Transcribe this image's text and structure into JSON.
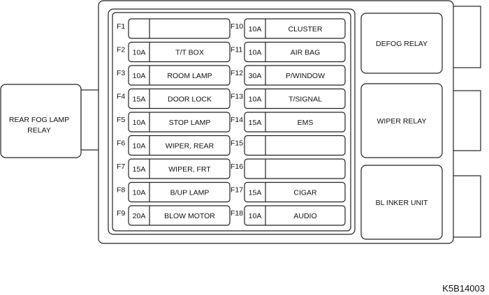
{
  "relays": {
    "rear_fog_lamp": [
      "REAR FOG LAMP",
      "RELAY"
    ],
    "defog": "DEFOG RELAY",
    "wiper": "WIPER RELAY",
    "blinker": "BL INKER UNIT"
  },
  "fuses_left": [
    {
      "id": "F1",
      "amp": "",
      "name": ""
    },
    {
      "id": "F2",
      "amp": "10A",
      "name": "T/T BOX"
    },
    {
      "id": "F3",
      "amp": "10A",
      "name": "ROOM LAMP"
    },
    {
      "id": "F4",
      "amp": "15A",
      "name": "DOOR LOCK"
    },
    {
      "id": "F5",
      "amp": "10A",
      "name": "STOP LAMP"
    },
    {
      "id": "F6",
      "amp": "10A",
      "name": "WIPER, REAR"
    },
    {
      "id": "F7",
      "amp": "15A",
      "name": "WIPER, FRT"
    },
    {
      "id": "F8",
      "amp": "10A",
      "name": "B/UP LAMP"
    },
    {
      "id": "F9",
      "amp": "20A",
      "name": "BLOW MOTOR"
    }
  ],
  "fuses_right": [
    {
      "id": "F10",
      "amp": "10A",
      "name": "CLUSTER"
    },
    {
      "id": "F11",
      "amp": "10A",
      "name": "AIR BAG"
    },
    {
      "id": "F12",
      "amp": "30A",
      "name": "P/WINDOW"
    },
    {
      "id": "F13",
      "amp": "10A",
      "name": "T/SIGNAL"
    },
    {
      "id": "F14",
      "amp": "15A",
      "name": "EMS"
    },
    {
      "id": "F15",
      "amp": "",
      "name": ""
    },
    {
      "id": "F16",
      "amp": "",
      "name": ""
    },
    {
      "id": "F17",
      "amp": "15A",
      "name": "CIGAR"
    },
    {
      "id": "F18",
      "amp": "10A",
      "name": "AUDIO"
    }
  ],
  "figure_code": "K5B14003"
}
